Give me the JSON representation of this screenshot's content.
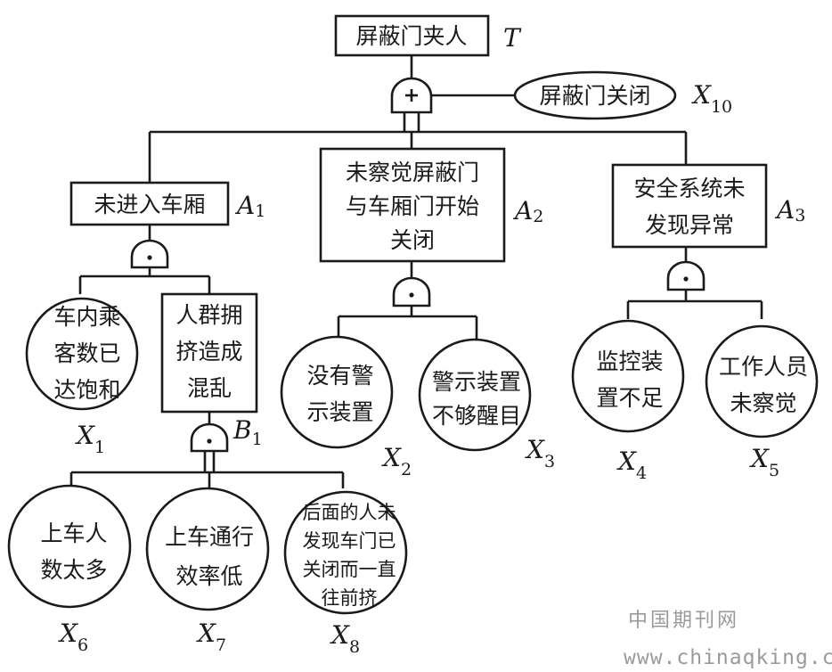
{
  "nodes": {
    "top": {
      "lines": [
        "屏蔽门夹人"
      ],
      "id": "T",
      "sub": ""
    },
    "x10": {
      "lines": [
        "屏蔽门关闭"
      ],
      "id": "X",
      "sub": "10"
    },
    "a1": {
      "lines": [
        "未进入车厢"
      ],
      "id": "A",
      "sub": "1"
    },
    "a2": {
      "lines": [
        "未察觉屏蔽门",
        "与车厢门开始",
        "关闭"
      ],
      "id": "A",
      "sub": "2"
    },
    "a3": {
      "lines": [
        "安全系统未",
        "发现异常"
      ],
      "id": "A",
      "sub": "3"
    },
    "b1": {
      "lines": [
        "人群拥",
        "挤造成",
        "混乱"
      ],
      "id": "B",
      "sub": "1"
    },
    "x1": {
      "lines": [
        "车内乘",
        "客数已",
        "达饱和"
      ],
      "id": "X",
      "sub": "1"
    },
    "x2": {
      "lines": [
        "没有警",
        "示装置"
      ],
      "id": "X",
      "sub": "2"
    },
    "x3": {
      "lines": [
        "警示装置",
        "不够醒目"
      ],
      "id": "X",
      "sub": "3"
    },
    "x4": {
      "lines": [
        "监控装",
        "置不足"
      ],
      "id": "X",
      "sub": "4"
    },
    "x5": {
      "lines": [
        "工作人员",
        "未察觉"
      ],
      "id": "X",
      "sub": "5"
    },
    "x6": {
      "lines": [
        "上车人",
        "数太多"
      ],
      "id": "X",
      "sub": "6"
    },
    "x7": {
      "lines": [
        "上车通行",
        "效率低"
      ],
      "id": "X",
      "sub": "7"
    },
    "x8": {
      "lines": [
        "后面的人未",
        "发现车门已",
        "关闭而一直",
        "往前挤"
      ],
      "id": "X",
      "sub": "8"
    }
  },
  "watermark": {
    "site_name": "中国期刊网",
    "url": "www.chinaqking.com"
  }
}
